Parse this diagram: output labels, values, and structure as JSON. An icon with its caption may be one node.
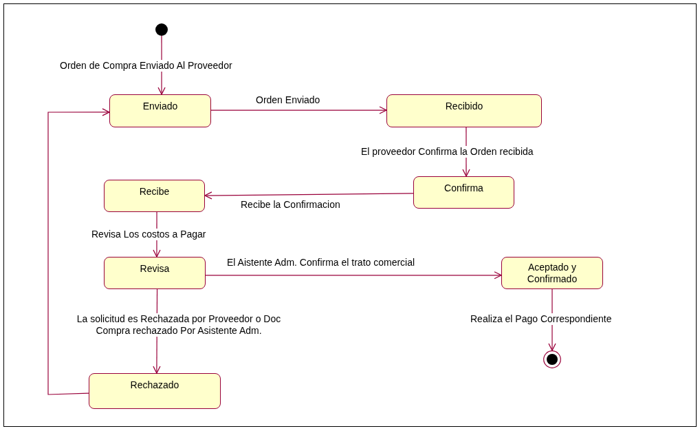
{
  "diagram": {
    "nodes": [
      {
        "text": [],
        "shape": "circle"
      },
      {
        "text": [
          "Enviado"
        ]
      },
      {
        "text": [
          "Recibido"
        ]
      },
      {
        "text": [
          "Confirma"
        ]
      },
      {
        "text": [
          "Recibe"
        ]
      },
      {
        "text": [
          "Revisa"
        ]
      },
      {
        "text": [
          "Aceptado y Confirmado"
        ]
      },
      {
        "text": [
          "Rechazado"
        ]
      },
      {
        "text": [],
        "shape": "bullseye"
      }
    ],
    "edges": [
      {
        "from": 0,
        "to": 1,
        "arrow": "to",
        "label": "Orden de Compra Enviado Al Proveedor"
      },
      {
        "from": 1,
        "to": 2,
        "arrow": "to",
        "label": "Orden Enviado"
      },
      {
        "from": 2,
        "to": 3,
        "arrow": "to",
        "label": "El proveedor Confirma la Orden recibida"
      },
      {
        "from": 3,
        "to": 4,
        "arrow": "to",
        "label": "Recibe la Confirmacion"
      },
      {
        "from": 4,
        "to": 5,
        "arrow": "to",
        "label": "Revisa Los costos a Pagar"
      },
      {
        "from": 5,
        "to": 6,
        "arrow": "to",
        "label": "El Aistente Adm. Confirma el trato comercial"
      },
      {
        "from": 5,
        "to": 7,
        "arrow": "to",
        "label": "La solicitud es Rechazada por Proveedor o Doc Compra rechazado Por Asistente Adm."
      },
      {
        "from": 7,
        "to": 1,
        "arrow": "to"
      },
      {
        "from": 6,
        "to": 8,
        "arrow": "to",
        "label": "Realiza el Pago Correspondiente"
      }
    ]
  }
}
